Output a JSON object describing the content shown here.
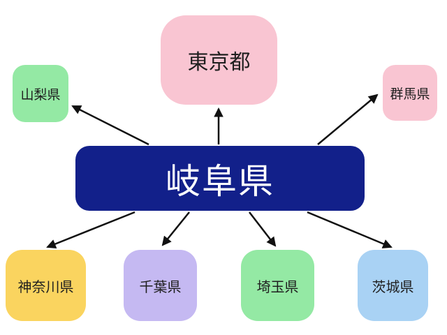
{
  "diagram": {
    "center": {
      "id": "gifu",
      "label": "岐阜県",
      "color": "#12208a",
      "text_color": "#ffffff"
    },
    "nodes": [
      {
        "id": "tokyo",
        "label": "東京都",
        "color": "#f9c5d2"
      },
      {
        "id": "yamanashi",
        "label": "山梨県",
        "color": "#94e9a4"
      },
      {
        "id": "gunma",
        "label": "群馬県",
        "color": "#f9c5d2"
      },
      {
        "id": "kanagawa",
        "label": "神奈川県",
        "color": "#fad45f"
      },
      {
        "id": "chiba",
        "label": "千葉県",
        "color": "#c5b9f2"
      },
      {
        "id": "saitama",
        "label": "埼玉県",
        "color": "#94e9a4"
      },
      {
        "id": "ibaraki",
        "label": "茨城県",
        "color": "#a9d2f4"
      }
    ],
    "edges": [
      {
        "from": "gifu",
        "to": "yamanashi"
      },
      {
        "from": "gifu",
        "to": "tokyo"
      },
      {
        "from": "gifu",
        "to": "gunma"
      },
      {
        "from": "gifu",
        "to": "kanagawa"
      },
      {
        "from": "gifu",
        "to": "chiba"
      },
      {
        "from": "gifu",
        "to": "saitama"
      },
      {
        "from": "gifu",
        "to": "ibaraki"
      }
    ],
    "arrow_color": "#111111",
    "background_color": "#ffffff"
  }
}
